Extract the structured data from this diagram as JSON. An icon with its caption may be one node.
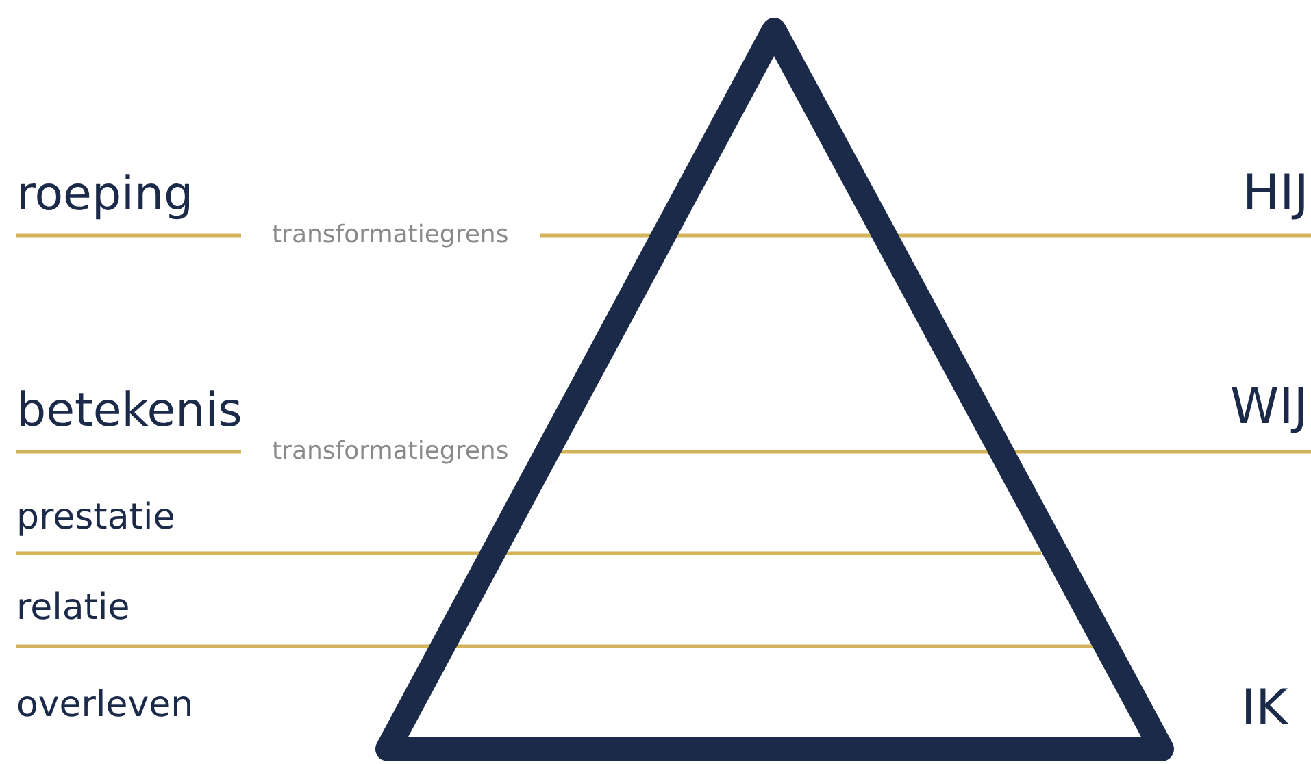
{
  "diagram": {
    "labels": [
      "roeping",
      "transformatiegrens",
      "HIJ",
      "betekenis",
      "transformatiegrens",
      "WIJ",
      "prestatie",
      "relatie",
      "overleven",
      "IK"
    ]
  }
}
